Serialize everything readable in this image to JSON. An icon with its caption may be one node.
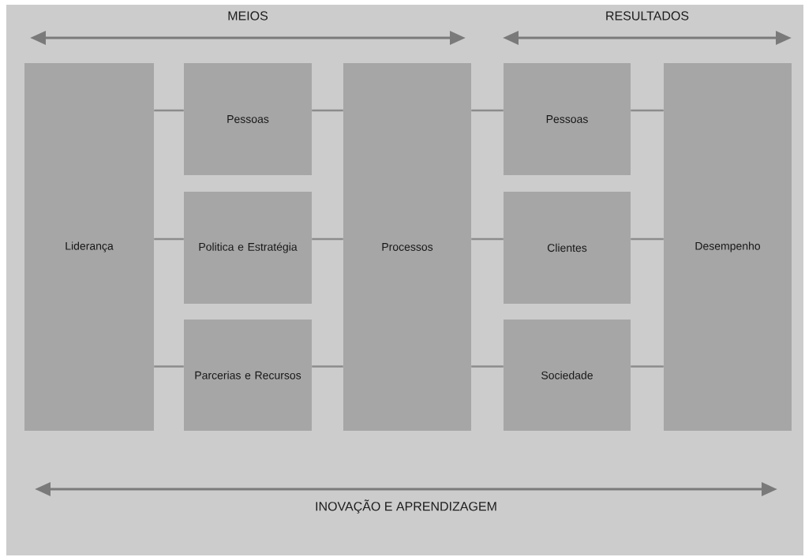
{
  "diagram": {
    "nodes": [
      {
        "text": [
          "Liderança"
        ]
      },
      {
        "text": [
          "Pessoas"
        ]
      },
      {
        "text": [
          "Politica e Estratégia"
        ]
      },
      {
        "text": [
          "Parcerias e Recursos"
        ]
      },
      {
        "text": [
          "Processos"
        ]
      },
      {
        "text": [
          "Pessoas"
        ]
      },
      {
        "text": [
          "Clientes"
        ]
      },
      {
        "text": [
          "Sociedade"
        ]
      },
      {
        "text": [
          "Desempenho"
        ]
      }
    ],
    "edges": [
      {
        "from": 0,
        "to": 1,
        "arrow": "none"
      },
      {
        "from": 0,
        "to": 2,
        "arrow": "none"
      },
      {
        "from": 0,
        "to": 3,
        "arrow": "none"
      },
      {
        "from": 1,
        "to": 4,
        "arrow": "none"
      },
      {
        "from": 2,
        "to": 4,
        "arrow": "none"
      },
      {
        "from": 3,
        "to": 4,
        "arrow": "none"
      },
      {
        "from": 4,
        "to": 5,
        "arrow": "none"
      },
      {
        "from": 4,
        "to": 6,
        "arrow": "none"
      },
      {
        "from": 4,
        "to": 7,
        "arrow": "none"
      },
      {
        "from": 5,
        "to": 8,
        "arrow": "none"
      },
      {
        "from": 6,
        "to": 8,
        "arrow": "none"
      },
      {
        "from": 7,
        "to": 8,
        "arrow": "none"
      }
    ],
    "labels": [
      "MEIOS",
      "RESULTADOS",
      "INOVAÇÃO E APRENDIZAGEM"
    ]
  }
}
